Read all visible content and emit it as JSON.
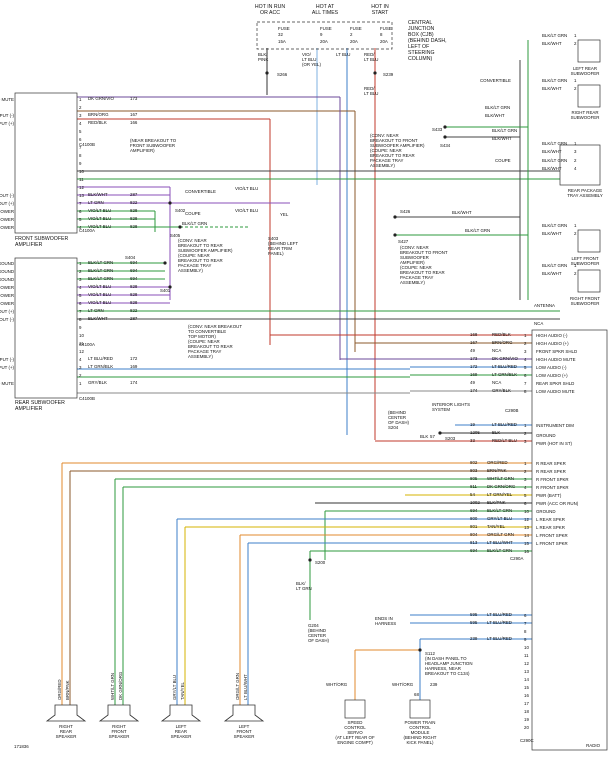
{
  "top": {
    "hot_run": [
      "HOT IN RUN",
      "OR ACC"
    ],
    "hot_all": [
      "HOT AT",
      "ALL TIMES"
    ],
    "hot_start": [
      "HOT IN",
      "START"
    ],
    "cjb": [
      "CENTRAL",
      "JUNCTION",
      "BOX (CJB)",
      "(BEHIND DASH,",
      "LEFT OF",
      "STEERING",
      "COLUMN)"
    ],
    "fuses": [
      {
        "name": "FUSE",
        "num": "32",
        "amp": "15A"
      },
      {
        "name": "FUSE",
        "num": "9",
        "amp": "20A"
      },
      {
        "name": "FUSE",
        "num": "2",
        "amp": "20A"
      },
      {
        "name": "FUSE",
        "num": "8",
        "amp": "20A"
      }
    ],
    "wire_labels": [
      [
        "BLK/",
        "PINK"
      ],
      [
        "VIO/",
        "LT BLU",
        "(OR YEL)"
      ],
      [
        "LT BLU"
      ],
      [
        "RED/",
        "LT BLU"
      ],
      [
        "RED/",
        "LT BLU"
      ]
    ],
    "splices": [
      "S266",
      "S239"
    ]
  },
  "front_amp": {
    "pins": [
      {
        "n": "1",
        "label": "HIGH AUDIO MUTE",
        "wire": "DK GRN/VIO",
        "ckt": "173"
      },
      {
        "n": "2",
        "label": "",
        "wire": "",
        "ckt": ""
      },
      {
        "n": "3",
        "label": "HIGH INPUT (-)",
        "wire": "BRN/ORG",
        "ckt": "167"
      },
      {
        "n": "4",
        "label": "HIGH INPUT (+)",
        "wire": "RED/BLK",
        "ckt": "166"
      },
      {
        "n": "5",
        "label": "",
        "wire": "",
        "ckt": ""
      },
      {
        "n": "6",
        "label": "",
        "wire": "",
        "ckt": ""
      },
      {
        "n": "7",
        "label": "",
        "wire": "",
        "ckt": ""
      },
      {
        "n": "8",
        "label": "",
        "wire": "",
        "ckt": ""
      },
      {
        "n": "9",
        "label": "",
        "wire": "",
        "ckt": ""
      },
      {
        "n": "10",
        "label": "",
        "wire": "",
        "ckt": ""
      },
      {
        "n": "11",
        "label": "",
        "wire": "",
        "ckt": ""
      },
      {
        "n": "12",
        "label": "",
        "wire": "",
        "ckt": ""
      },
      {
        "n": "13",
        "label": "AUDIO OUT (-)",
        "wire": "BLK/WHT",
        "ckt": "287"
      },
      {
        "n": "7",
        "label": "AUDIO OUT (+)",
        "wire": "LT GRN",
        "ckt": "822"
      },
      {
        "n": "6",
        "label": "POWER",
        "wire": "VIO/LT BLU",
        "ckt": "828"
      },
      {
        "n": "5",
        "label": "POWER",
        "wire": "VIO/LT BLU",
        "ckt": "828"
      },
      {
        "n": "4",
        "label": "POWER",
        "wire": "VIO/LT BLU",
        "ckt": "828"
      },
      {
        "n": "3",
        "label": "GROUND",
        "wire": "BLK/LT GRN",
        "ckt": "694"
      },
      {
        "n": "2",
        "label": "GROUND",
        "wire": "BLK/LT GRN",
        "ckt": "694"
      },
      {
        "n": "1",
        "label": "GROUND",
        "wire": "BLK/LT GRN",
        "ckt": "694"
      }
    ],
    "conn_a": "C4100B",
    "conn_b": "C4100A",
    "title": "FRONT SUBWOOFER",
    "title2": "AMPLIFIER"
  },
  "rear_amp": {
    "pins": [
      {
        "n": "1",
        "label": "GROUND",
        "wire": "BLK/LT GRN",
        "ckt": "694"
      },
      {
        "n": "2",
        "label": "GROUND",
        "wire": "BLK/LT GRN",
        "ckt": "694"
      },
      {
        "n": "3",
        "label": "GROUND",
        "wire": "BLK/LT GRN",
        "ckt": "694"
      },
      {
        "n": "4",
        "label": "POWER",
        "wire": "VIO/LT BLU",
        "ckt": "828"
      },
      {
        "n": "5",
        "label": "POWER",
        "wire": "VIO/LT BLU",
        "ckt": "828"
      },
      {
        "n": "6",
        "label": "POWER",
        "wire": "VIO/LT BLU",
        "ckt": "828"
      },
      {
        "n": "7",
        "label": "AUDIO OUT (+)",
        "wire": "LT GRN",
        "ckt": "822"
      },
      {
        "n": "8",
        "label": "AUDIO OUT (-)",
        "wire": "BLK/WHT",
        "ckt": "287"
      },
      {
        "n": "9",
        "label": "",
        "wire": "",
        "ckt": ""
      },
      {
        "n": "10",
        "label": "",
        "wire": "",
        "ckt": ""
      },
      {
        "n": "11",
        "label": "",
        "wire": "",
        "ckt": ""
      },
      {
        "n": "12",
        "label": "",
        "wire": "",
        "ckt": ""
      },
      {
        "n": "4",
        "label": "AUDIO INPUT (-)",
        "wire": "LT BLU/RED",
        "ckt": "172"
      },
      {
        "n": "3",
        "label": "AUDIO INPUT (+)",
        "wire": "LT GRN/BLK",
        "ckt": "169"
      },
      {
        "n": "2",
        "label": "",
        "wire": "",
        "ckt": ""
      },
      {
        "n": "1",
        "label": "AUDIO MUTE",
        "wire": "GRY/BLK",
        "ckt": "174"
      }
    ],
    "conn_a": "C4100A",
    "conn_b": "C4100B",
    "title": "REAR SUBWOOFER",
    "title2": "AMPLIFIER"
  },
  "notes": {
    "near_front_breakout": [
      "(NEAR BREAKOUT TO",
      "FRONT SUBWOOFER",
      "AMPLIFIER)"
    ],
    "convertible": "CONVERTIBLE",
    "coupe": "COUPE",
    "violt": "VIO/LT BLU",
    "yel": "YEL",
    "s402": "S402",
    "s405": "S405",
    "s403": [
      "S403",
      "(BEHIND LEFT",
      "REAR TRIM",
      "PANEL)"
    ],
    "blk_ltgrn": "BLK/LT GRN",
    "conv_near": [
      "(CONV: NEAR",
      "BREAKOUT TO REAR",
      "SUBWOOFER AMPLIFIER)",
      "(COUPE: NEAR",
      "BREAKOUT TO REAR",
      "PACKAGE TRAY",
      "ASSEMBLY)"
    ],
    "s404": "S404",
    "s401": "S401",
    "conv_near2": [
      "(CONV: NEAR BREAKOUT",
      "TO CONVERTIBLE",
      "TOP MOTOR)",
      "(COUPE: NEAR",
      "BREAKOUT TO REAR",
      "PACKAGE TRAY",
      "ASSEMBLY)"
    ],
    "s433": "S433",
    "s434": "S434",
    "conv_near3": [
      "(CONV: NEAR",
      "BREAKOUT TO FRONT",
      "SUBWOOFER AMPLIFIER)",
      "(COUPE: NEAR",
      "BREAKOUT TO REAR",
      "PACKAGE TRAY",
      "ASSEMBLY)"
    ],
    "s426": "S426",
    "s427": "S427",
    "conv_near4": [
      "(CONV: NEAR",
      "BREAKOUT TO FRONT",
      "SUBWOOFER",
      "AMPLIFIER)",
      "(COUPE: NEAR",
      "BREAKOUT TO REAR",
      "PACKAGE TRAY",
      "ASSEMBLY)"
    ],
    "interior_lights": [
      "INTERIOR LIGHTS",
      "SYSTEM"
    ],
    "s204": [
      "(BEHIND",
      "CENTER",
      "OF DASH)",
      "S204"
    ],
    "s203": "S203",
    "g200": [
      "S200"
    ],
    "g204": [
      "G204",
      "(BEHIND",
      "CENTER",
      "OF DASH)"
    ],
    "blk_ltgrn2": [
      "BLK/",
      "LT GRN"
    ],
    "ends_in_harness": [
      "ENDS IN",
      "HARNESS"
    ],
    "s112": [
      "S112",
      "(IN DASH PANEL TO",
      "HEADLAMP JUNCTION",
      "HARNESS, NEAR",
      "BREAKOUT TO C134)"
    ],
    "speed_servo": [
      "SPEED",
      "CONTROL",
      "SERVO",
      "(AT LEFT REAR OF",
      "ENGINE COMPT)"
    ],
    "pcm": [
      "POWER TRAIN",
      "CONTROL",
      "MODULE",
      "(BEHIND RIGHT",
      "KICK PANEL)"
    ],
    "wht_org": "WHT/ORG",
    "ckt_68": "68",
    "ckt_239": "239",
    "blk": "BLK",
    "ckt_57": "57",
    "antenna": "ANTENNA",
    "nca": "NCA",
    "c290b": "C290B",
    "c290a": "C290A",
    "c290c": "C290C",
    "figure_id": "171836"
  },
  "right_side": {
    "left_rear_sub": [
      "LEFT REAR",
      "SUBWOOFER"
    ],
    "right_rear_sub": [
      "RIGHT REAR",
      "SUBWOOFER"
    ],
    "rear_tray": [
      "REAR PACKAGE",
      "TRAY ASSEMBLY"
    ],
    "left_front_sub": [
      "LEFT FRONT",
      "SUBWOOFER"
    ],
    "right_front_sub": [
      "RIGHT FRONT",
      "SUBWOOFER"
    ],
    "sub_wires": [
      {
        "wire": "BLK/LT GRN",
        "pin": "1"
      },
      {
        "wire": "BLK/WHT",
        "pin": "2"
      },
      {
        "wire": "BLK/LT GRN",
        "pin": "1"
      },
      {
        "wire": "BLK/WHT",
        "pin": "2"
      },
      {
        "wire": "BLK/LT GRN",
        "pin": "1"
      },
      {
        "wire": "BLK/WHT",
        "pin": "3"
      },
      {
        "wire": "BLK/LT GRN",
        "pin": "2"
      },
      {
        "wire": "BLK/WHT",
        "pin": "4"
      },
      {
        "wire": "BLK/LT GRN",
        "pin": "1"
      },
      {
        "wire": "BLK/WHT",
        "pin": "2"
      },
      {
        "wire": "BLK/LT GRN",
        "pin": "1"
      },
      {
        "wire": "BLK/WHT",
        "pin": "2"
      }
    ],
    "convertible": "CONVERTIBLE",
    "coupe": "COUPE",
    "blk_wht": "BLK/WHT",
    "blk_ltgrn": "BLK/LT GRN"
  },
  "radio": {
    "title": "RADIO",
    "pins_top": [
      {
        "label": "HIGH AUDIO (-)",
        "ckt": "168",
        "wire": "RED/BLK",
        "n": "1"
      },
      {
        "label": "HIGH AUDIO (+)",
        "ckt": "167",
        "wire": "BRN/ORG",
        "n": "2"
      },
      {
        "label": "FRONT SPKR SHLD",
        "ckt": "49",
        "wire": "NCA",
        "n": "3"
      },
      {
        "label": "HIGH AUDIO MUTE",
        "ckt": "173",
        "wire": "DK GRN/VIO",
        "n": "4"
      },
      {
        "label": "LOW AUDIO (-)",
        "ckt": "172",
        "wire": "LT BLU/RED",
        "n": "5"
      },
      {
        "label": "LOW AUDIO (+)",
        "ckt": "169",
        "wire": "LT GRN/BLK",
        "n": "6"
      },
      {
        "label": "REAR SPKR SHLD",
        "ckt": "49",
        "wire": "NCA",
        "n": "7"
      },
      {
        "label": "LOW AUDIO MUTE",
        "ckt": "174",
        "wire": "GRY/BLK",
        "n": "8"
      }
    ],
    "pins_mid": [
      {
        "label": "INSTRUMENT DIM",
        "ckt": "19",
        "wire": "LT BLU/RED",
        "n": "1"
      },
      {
        "label": "GROUND",
        "ckt": "1205",
        "wire": "BLK",
        "n": "2"
      },
      {
        "label": "PWR (HOT IN ST)",
        "ckt": "33",
        "wire": "RED/LT BLU",
        "n": "3"
      }
    ],
    "pins_main": [
      {
        "label": "R REAR SPKR",
        "ckt": "802",
        "wire": "ORG/RED",
        "n": "1"
      },
      {
        "label": "R REAR SPKR",
        "ckt": "803",
        "wire": "BRN/PNK",
        "n": "2"
      },
      {
        "label": "R FRONT SPKR",
        "ckt": "805",
        "wire": "WHT/LT GRN",
        "n": "3"
      },
      {
        "label": "R FRONT SPKR",
        "ckt": "811",
        "wire": "DK GRN/ORG",
        "n": "4"
      },
      {
        "label": "PWR (BATT)",
        "ckt": "54",
        "wire": "LT GRN/YEL",
        "n": "5"
      },
      {
        "label": "PWR (ACC OR RUN)",
        "ckt": "1002",
        "wire": "BLK/PNK",
        "n": "6"
      },
      {
        "label": "GROUND",
        "ckt": "694",
        "wire": "BLK/LT GRN",
        "n": "10"
      },
      {
        "label": "L REAR SPKR",
        "ckt": "800",
        "wire": "GRY/LT BLU",
        "n": "12"
      },
      {
        "label": "L REAR SPKR",
        "ckt": "801",
        "wire": "TAN/YEL",
        "n": "13"
      },
      {
        "label": "L FRONT SPKR",
        "ckt": "804",
        "wire": "ORG/LT GRN",
        "n": "14"
      },
      {
        "label": "L FRONT SPKR",
        "ckt": "813",
        "wire": "LT BLU/WHT",
        "n": "15"
      },
      {
        "label": "",
        "ckt": "694",
        "wire": "BLK/LT GRN",
        "n": "16"
      }
    ],
    "pins_low": [
      {
        "ckt": "595",
        "wire": "LT BLU/RED",
        "n": "6"
      },
      {
        "ckt": "595",
        "wire": "LT BLU/RED",
        "n": "7"
      },
      {
        "ckt": "",
        "wire": "",
        "n": "8"
      },
      {
        "ckt": "239",
        "wire": "LT BLU/RED",
        "n": "9"
      },
      {
        "ckt": "",
        "wire": "",
        "n": "10"
      },
      {
        "ckt": "",
        "wire": "",
        "n": "11"
      },
      {
        "ckt": "",
        "wire": "",
        "n": "12"
      },
      {
        "ckt": "",
        "wire": "",
        "n": "13"
      },
      {
        "ckt": "",
        "wire": "",
        "n": "14"
      },
      {
        "ckt": "",
        "wire": "",
        "n": "15"
      },
      {
        "ckt": "",
        "wire": "",
        "n": "16"
      },
      {
        "ckt": "",
        "wire": "",
        "n": "17"
      },
      {
        "ckt": "",
        "wire": "",
        "n": "18"
      },
      {
        "ckt": "",
        "wire": "",
        "n": "19"
      },
      {
        "ckt": "",
        "wire": "",
        "n": "20"
      }
    ]
  },
  "speakers": [
    {
      "title": [
        "RIGHT",
        "REAR",
        "SPEAKER"
      ],
      "wires": [
        "ORG/RED",
        "BRN/PNK"
      ]
    },
    {
      "title": [
        "RIGHT",
        "FRONT",
        "SPEAKER"
      ],
      "wires": [
        "WHT/LT GRN",
        "DK GRN/ORG"
      ]
    },
    {
      "title": [
        "LEFT",
        "REAR",
        "SPEAKER"
      ],
      "wires": [
        "GRY/LT BLU",
        "TAN/YEL"
      ]
    },
    {
      "title": [
        "LEFT",
        "FRONT",
        "SPEAKER"
      ],
      "wires": [
        "ORG/LT GRN",
        "LT BLU/WHT"
      ]
    }
  ],
  "colors": {
    "red": "#c0392b",
    "orange": "#e08a2c",
    "brown": "#8b5a2b",
    "blue": "#3d7fc9",
    "green": "#2e9a3e",
    "violet": "#8a4fb8",
    "gray": "#888888",
    "black": "#222222",
    "yellow": "#d6b300"
  }
}
